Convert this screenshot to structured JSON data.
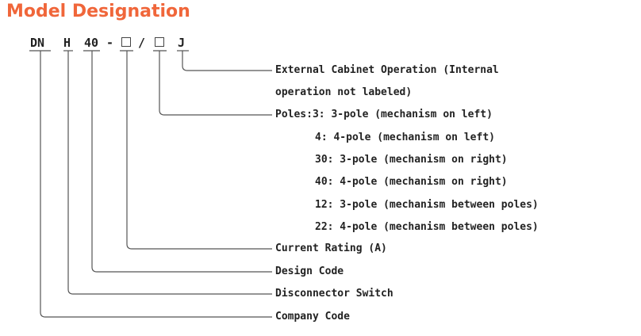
{
  "title": "Model Designation",
  "code": {
    "dn": "DN",
    "h": "H",
    "rating_code": "40",
    "dash": "-",
    "slash": "/",
    "j": "J"
  },
  "labels": {
    "external_line1": "External Cabinet Operation (Internal",
    "external_line2": "operation not labeled)",
    "poles_header": "Poles:3: 3-pole (mechanism on left)",
    "poles_4": "4: 4-pole (mechanism on left)",
    "poles_30": "30: 3-pole (mechanism on right)",
    "poles_40": "40: 4-pole (mechanism on right)",
    "poles_12": "12: 3-pole (mechanism between poles)",
    "poles_22": "22: 4-pole (mechanism between poles)",
    "current_rating": "Current Rating (A)",
    "design_code": "Design Code",
    "disconnector": "Disconnector Switch",
    "company_code": "Company Code"
  }
}
